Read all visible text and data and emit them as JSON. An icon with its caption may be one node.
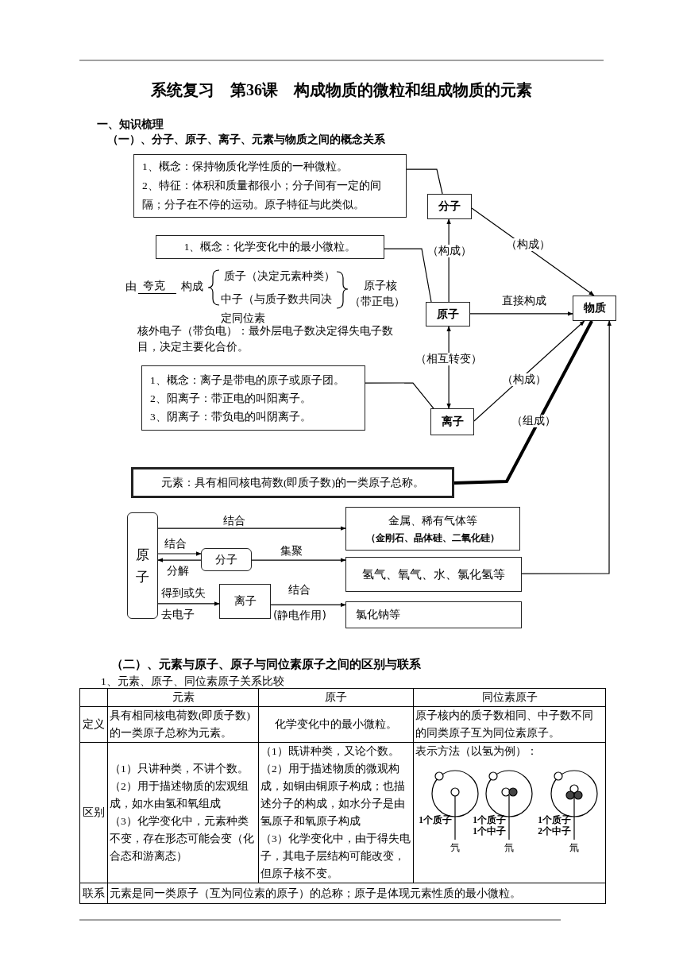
{
  "diagram": {
    "title": "系统复习　第36课　构成物质的微粒和组成物质的元素",
    "nodes": [
      {
        "text": [
          "1、概念：保持物质化学性质的一种微粒。",
          "2、特征：体积和质量都很小；分子间有一定的间隔；分子在不停的运动。原子特征与此类似。"
        ]
      },
      {
        "text": [
          "分子"
        ]
      },
      {
        "text": [
          "1、概念：化学变化中的最小微粒。"
        ]
      },
      {
        "text": [
          "原子"
        ]
      },
      {
        "text": [
          "物质"
        ]
      },
      {
        "text": [
          "1、概念：离子是带电的原子或原子团。",
          "2、阳离子：带正电的叫阳离子。",
          "3、阴离子：带负电的叫阴离子。"
        ]
      },
      {
        "text": [
          "离子"
        ]
      },
      {
        "text": [
          "元素：具有相同核电荷数(即质子数)的一类原子总称。"
        ]
      },
      {
        "text": [
          "原子"
        ]
      },
      {
        "text": [
          "分子"
        ]
      },
      {
        "text": [
          "离子"
        ]
      },
      {
        "text": [
          "金属、稀有气体等",
          "（金刚石、晶体硅、二氧化硅）"
        ]
      },
      {
        "text": [
          "氢气、氧气、水、氯化氢等"
        ]
      },
      {
        "text": [
          "氯化钠等"
        ]
      }
    ],
    "edges": [
      {
        "from": 0,
        "to": 1,
        "arrow": "none"
      },
      {
        "from": 2,
        "to": 3,
        "arrow": "none"
      },
      {
        "from": 3,
        "to": 1,
        "arrow": "to",
        "label": "（构成）"
      },
      {
        "from": 1,
        "to": 4,
        "arrow": "to",
        "label": "（构成）"
      },
      {
        "from": 3,
        "to": 4,
        "arrow": "to",
        "label": "直接构成"
      },
      {
        "from": 3,
        "to": 6,
        "arrow": "both",
        "label": "（相互转变）"
      },
      {
        "from": 5,
        "to": 6,
        "arrow": "none"
      },
      {
        "from": 6,
        "to": 4,
        "arrow": "to",
        "label": "（构成）"
      },
      {
        "from": 7,
        "to": 4,
        "arrow": "none",
        "label": "（组成）",
        "style": "thick"
      },
      {
        "from": 12,
        "to": 4,
        "arrow": "to"
      },
      {
        "from": 8,
        "to": 11,
        "arrow": "to",
        "label": "结合"
      },
      {
        "from": 8,
        "to": 9,
        "arrow": "to",
        "label": "结合"
      },
      {
        "from": 9,
        "to": 8,
        "arrow": "to",
        "label": "分解"
      },
      {
        "from": 9,
        "to": 12,
        "arrow": "to",
        "label": "集聚"
      },
      {
        "from": 8,
        "to": 10,
        "arrow": "to",
        "label": "得到或失去电子"
      },
      {
        "from": 10,
        "to": 13,
        "arrow": "to",
        "label": "结合"
      }
    ],
    "labels": [
      "一、知识梳理",
      "（一）、分子、原子、离子、元素与物质之间的概念关系",
      "由",
      "夸克",
      "构成",
      "质子（决定元素种类）",
      "中子（与质子数共同决定同位素",
      "原子核（带正电）",
      "核外电子（带负电）：最外层电子数决定得失电子数目，决定主要化合价。",
      "(静电作用)",
      "（二）、元素与原子、原子与同位素原子之间的区别与联系",
      "1、元素、原子、同位素原子关系比较",
      "元素",
      "原子",
      "同位素原子",
      "定义",
      "具有相同核电荷数(即质子数)的一类原子总称为元素。",
      "化学变化中的最小微粒。",
      "原子核内的质子数相同、中子数不同的同类原子互为同位素原子。",
      "区别",
      "（1）只讲种类，不讲个数。",
      "（2）用于描述物质的宏观组成，如水由氢和氧组成",
      "（3）化学变化中，元素种类不变，存在形态可能会变（化合态和游离态）",
      "（1）既讲种类，又论个数。",
      "（2）用于描述物质的微观构成，如铜由铜原子构成；也描述分子的构成，如水分子是由氢原子和氧原子构成",
      "（3）化学变化中，由于得失电子，其电子层结构可能改变，但原子核不变。",
      "表示方法（以氢为例）：",
      "1个质子",
      "氕",
      "1个质子",
      "1个中子",
      "氘",
      "1个质子",
      "2个中子",
      "氚",
      "联系",
      "元素是同一类原子（互为同位素的原子）的总称；原子是体现元素性质的最小微粒。"
    ]
  }
}
